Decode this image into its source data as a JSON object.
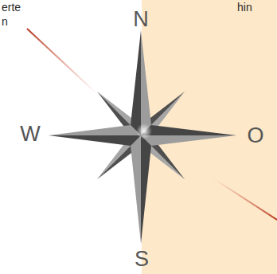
{
  "diagram": {
    "labels": [
      "erte",
      "hin",
      "n",
      "N",
      "W",
      "O",
      "S"
    ]
  }
}
